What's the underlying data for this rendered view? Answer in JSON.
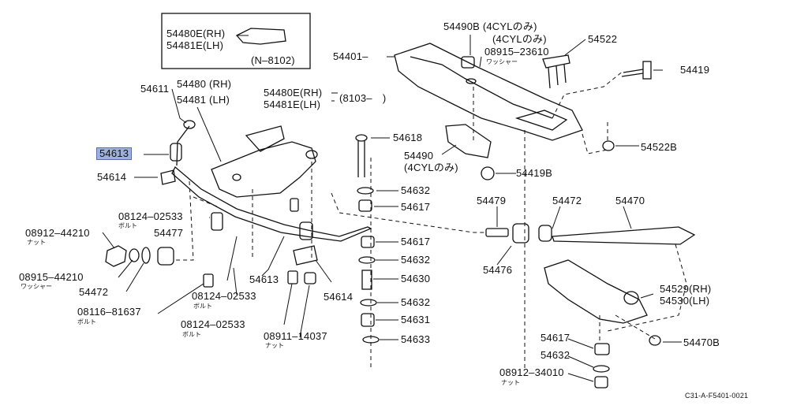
{
  "diagram": {
    "code": "C31-A-F5401-0021",
    "inset": {
      "lines": [
        "54480E(RH)",
        "54481E(LH)"
      ],
      "range": "(N–8102)"
    },
    "highlight": "54613",
    "labels": [
      {
        "id": "l54611",
        "text": "54611"
      },
      {
        "id": "l54480",
        "text": "54480 (RH)"
      },
      {
        "id": "l54481",
        "text": "54481 (LH)"
      },
      {
        "id": "l54480e",
        "text": "54480E(RH)"
      },
      {
        "id": "l54481e",
        "text": "54481E(LH)"
      },
      {
        "id": "l8103",
        "text": "(8103– )"
      },
      {
        "id": "l54614a",
        "text": "54614"
      },
      {
        "id": "l08124a",
        "text": "08124–02533"
      },
      {
        "id": "l08124a_s",
        "text": "ボルト"
      },
      {
        "id": "l08912a",
        "text": "08912–44210"
      },
      {
        "id": "l08912a_s",
        "text": "ナット"
      },
      {
        "id": "l54477",
        "text": "54477"
      },
      {
        "id": "l08915a",
        "text": "08915–44210"
      },
      {
        "id": "l08915a_s",
        "text": "ワッシャー"
      },
      {
        "id": "l54472a",
        "text": "54472"
      },
      {
        "id": "l08116",
        "text": "08116–81637"
      },
      {
        "id": "l08116_s",
        "text": "ボルト"
      },
      {
        "id": "l08124b",
        "text": "08124–02533"
      },
      {
        "id": "l08124b_s",
        "text": "ボルト"
      },
      {
        "id": "l54613b",
        "text": "54613"
      },
      {
        "id": "l08124c",
        "text": "08124–02533"
      },
      {
        "id": "l08124c_s",
        "text": "ボルト"
      },
      {
        "id": "l08911",
        "text": "08911–14037"
      },
      {
        "id": "l08911_s",
        "text": "ナット"
      },
      {
        "id": "l54614b",
        "text": "54614"
      },
      {
        "id": "l54401",
        "text": "54401–"
      },
      {
        "id": "l54490b",
        "text": "54490B (4CYLのみ)"
      },
      {
        "id": "l4cyl",
        "text": "(4CYLのみ)"
      },
      {
        "id": "l54522",
        "text": "54522"
      },
      {
        "id": "l08915b",
        "text": "08915–23610"
      },
      {
        "id": "l08915b_s",
        "text": "ワッシャー"
      },
      {
        "id": "l54419",
        "text": "54419"
      },
      {
        "id": "l54618",
        "text": "54618"
      },
      {
        "id": "l54490",
        "text": "54490"
      },
      {
        "id": "l54490_s",
        "text": "(4CYLのみ)"
      },
      {
        "id": "l54522b",
        "text": "54522B"
      },
      {
        "id": "l54419b",
        "text": "54419B"
      },
      {
        "id": "l54632a",
        "text": "54632"
      },
      {
        "id": "l54617a",
        "text": "54617"
      },
      {
        "id": "l54479",
        "text": "54479"
      },
      {
        "id": "l54472b",
        "text": "54472"
      },
      {
        "id": "l54470",
        "text": "54470"
      },
      {
        "id": "l54617b",
        "text": "54617"
      },
      {
        "id": "l54632b",
        "text": "54632"
      },
      {
        "id": "l54476",
        "text": "54476"
      },
      {
        "id": "l54630",
        "text": "54630"
      },
      {
        "id": "l54632c",
        "text": "54632"
      },
      {
        "id": "l54631",
        "text": "54631"
      },
      {
        "id": "l54633",
        "text": "54633"
      },
      {
        "id": "l54529",
        "text": "54529(RH)"
      },
      {
        "id": "l54530",
        "text": "54530(LH)"
      },
      {
        "id": "l54617c",
        "text": "54617"
      },
      {
        "id": "l54470b",
        "text": "54470B"
      },
      {
        "id": "l54632d",
        "text": "54632"
      },
      {
        "id": "l08912b",
        "text": "08912–34010"
      },
      {
        "id": "l08912b_s",
        "text": "ナット"
      }
    ]
  }
}
